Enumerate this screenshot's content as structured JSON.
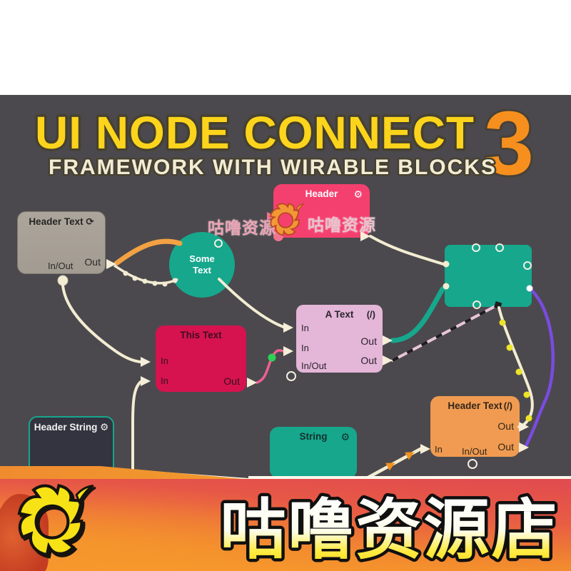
{
  "header": {
    "title": "UI NODE CONNECT",
    "version": "3",
    "subtitle": "FRAMEWORK WITH WIRABLE BLOCKS"
  },
  "icons": {
    "gear": "⚙",
    "refresh": "⟳",
    "slash": "(/)"
  },
  "watermark": {
    "text": "咕噜资源",
    "logo": "phoenix-logo"
  },
  "footer": {
    "shop_name": "咕噜资源店",
    "logo": "phoenix-logo"
  },
  "colors": {
    "canvas_bg": "#4b494d",
    "title_yellow": "#fdd41c",
    "title_orange": "#f78f1e",
    "subtitle_cream": "#f2ecd5",
    "node_gray": "#a9a299",
    "node_teal": "#16a78d",
    "node_pink": "#f4406f",
    "node_crimson": "#d6134f",
    "node_lavender": "#e4b6d7",
    "node_dark": "#343440",
    "node_orange": "#f09b51",
    "wire_cream": "#f2ecd2",
    "wire_orange": "#f2a143",
    "wire_pink": "#ef5f93",
    "wire_teal": "#16a78d",
    "wire_purple": "#7a4be0",
    "bead_yellow": "#ece32a",
    "dot_green": "#2ed155",
    "band_red": "#e14a4f",
    "band_orange": "#f9a02a"
  },
  "nodes": {
    "header_text": {
      "title": "Header Text",
      "ports": {
        "in_out": "In/Out",
        "out": "Out"
      }
    },
    "some_text": {
      "title": "Some Text"
    },
    "header": {
      "title": "Header"
    },
    "this_text": {
      "title": "This Text",
      "ports": {
        "in1": "In",
        "in2": "In",
        "out": "Out"
      }
    },
    "a_text": {
      "title": "A Text",
      "ports": {
        "in1": "In",
        "in2": "In",
        "in_out": "In/Out",
        "out1": "Out",
        "out2": "Out"
      }
    },
    "header_string": {
      "title": "Header String"
    },
    "string": {
      "title": "String"
    },
    "header_text_out": {
      "title": "Header Text",
      "ports": {
        "in": "In",
        "in_out": "In/Out",
        "out1": "Out",
        "out2": "Out"
      }
    }
  }
}
